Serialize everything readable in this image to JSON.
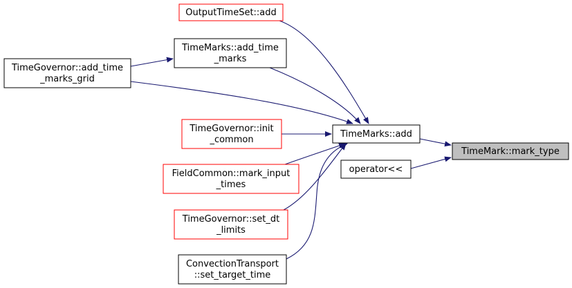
{
  "colors": {
    "edge": "#191970",
    "border_default": "#000000",
    "border_truncated": "#ff0000",
    "fill_default": "#ffffff",
    "fill_focus": "#bfbfbf"
  },
  "nodes": [
    {
      "id": "mark_type",
      "lines": [
        "TimeMark::mark_type"
      ],
      "style": "focus"
    },
    {
      "id": "tm_add",
      "lines": [
        "TimeMarks::add"
      ],
      "style": "default"
    },
    {
      "id": "op_lshift",
      "lines": [
        "operator<<"
      ],
      "style": "default"
    },
    {
      "id": "ots_add",
      "lines": [
        "OutputTimeSet::add"
      ],
      "style": "truncated"
    },
    {
      "id": "tm_add_time_marks",
      "lines": [
        "TimeMarks::add_time",
        "_marks"
      ],
      "style": "default"
    },
    {
      "id": "tg_add_grid",
      "lines": [
        "TimeGovernor::add_time",
        "_marks_grid"
      ],
      "style": "default"
    },
    {
      "id": "tg_init",
      "lines": [
        "TimeGovernor::init",
        "_common"
      ],
      "style": "truncated"
    },
    {
      "id": "fc_mark",
      "lines": [
        "FieldCommon::mark_input",
        "_times"
      ],
      "style": "truncated"
    },
    {
      "id": "tg_set_dt",
      "lines": [
        "TimeGovernor::set_dt",
        "_limits"
      ],
      "style": "truncated"
    },
    {
      "id": "ct_set_target",
      "lines": [
        "ConvectionTransport",
        "::set_target_time"
      ],
      "style": "default"
    }
  ],
  "edges": [
    {
      "from": "tm_add",
      "to": "mark_type"
    },
    {
      "from": "op_lshift",
      "to": "mark_type"
    },
    {
      "from": "ots_add",
      "to": "tm_add"
    },
    {
      "from": "tm_add_time_marks",
      "to": "tm_add"
    },
    {
      "from": "tg_add_grid",
      "to": "tm_add"
    },
    {
      "from": "tg_add_grid",
      "to": "tm_add_time_marks"
    },
    {
      "from": "tg_init",
      "to": "tm_add"
    },
    {
      "from": "fc_mark",
      "to": "tm_add"
    },
    {
      "from": "tg_set_dt",
      "to": "tm_add"
    },
    {
      "from": "ct_set_target",
      "to": "tm_add"
    }
  ]
}
